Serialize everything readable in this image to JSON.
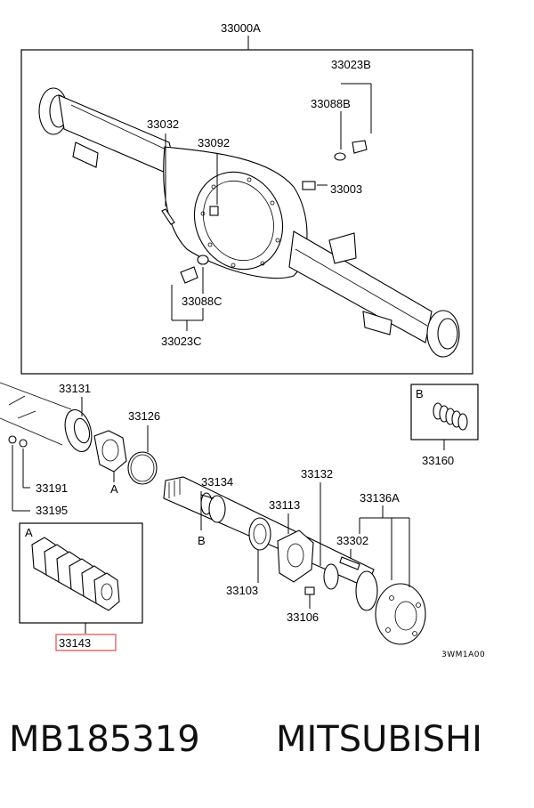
{
  "labels": {
    "assembly": "33000A",
    "p33023B": "33023B",
    "p33088B": "33088B",
    "p33032": "33032",
    "p33092": "33092",
    "p33003": "33003",
    "p33088C": "33088C",
    "p33023C": "33023C",
    "p33131": "33131",
    "p33126": "33126",
    "p33191": "33191",
    "p33195": "33195",
    "p33134": "33134",
    "p33132": "33132",
    "p33113": "33113",
    "p33136A": "33136A",
    "p33302": "33302",
    "p33103": "33103",
    "p33106": "33106",
    "p33160": "33160",
    "p33143": "33143",
    "markA1": "A",
    "markA2": "A",
    "markB1": "B",
    "markB2": "B"
  },
  "diagram_ref": "3WM1A00",
  "caption": {
    "part_number": "MB185319",
    "brand": "MITSUBISHI"
  },
  "colors": {
    "highlight": "#e04a4a",
    "line": "#000000"
  }
}
